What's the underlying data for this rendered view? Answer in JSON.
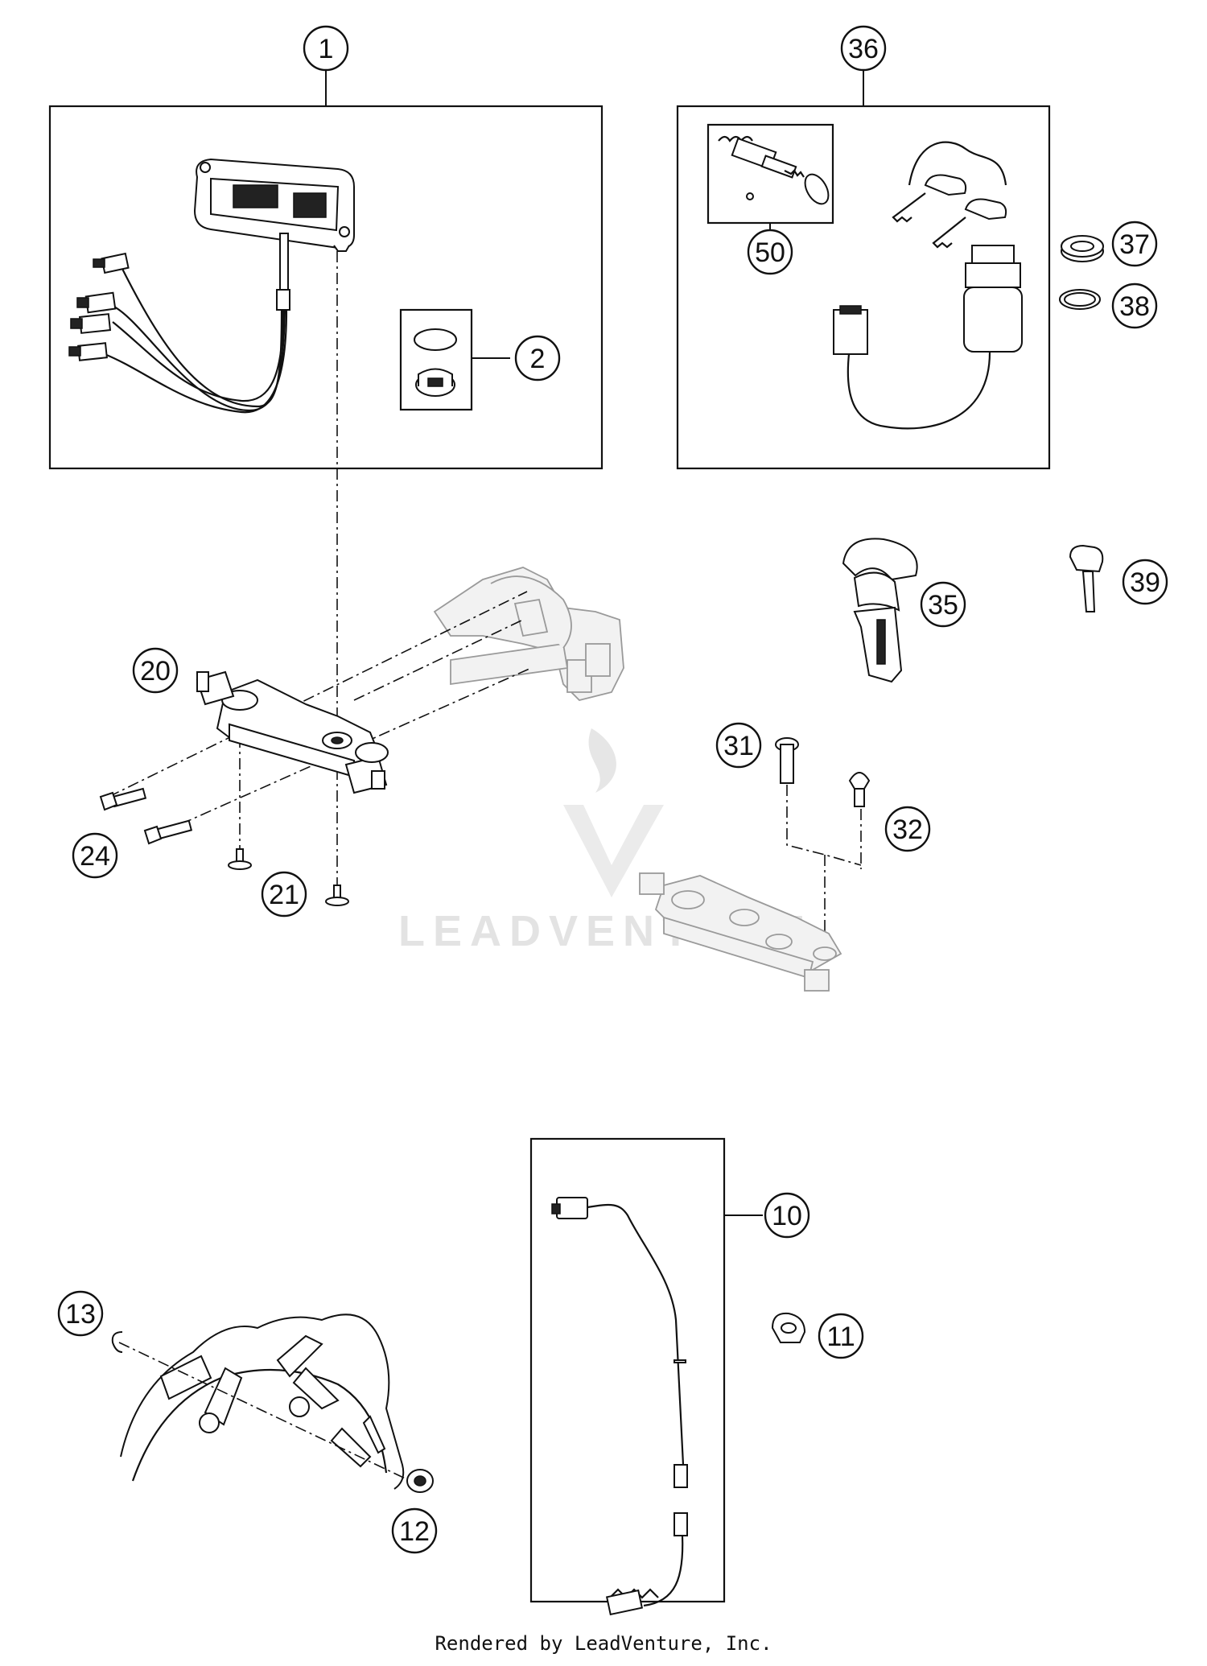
{
  "callouts": {
    "c1": "1",
    "c2": "2",
    "c10": "10",
    "c11": "11",
    "c12": "12",
    "c13": "13",
    "c20": "20",
    "c21": "21",
    "c24": "24",
    "c31": "31",
    "c32": "32",
    "c35": "35",
    "c36": "36",
    "c37": "37",
    "c38": "38",
    "c39": "39",
    "c50": "50"
  },
  "watermark": {
    "text": "LEADVENTURE"
  },
  "footer": {
    "text": "Rendered by LeadVenture, Inc."
  }
}
